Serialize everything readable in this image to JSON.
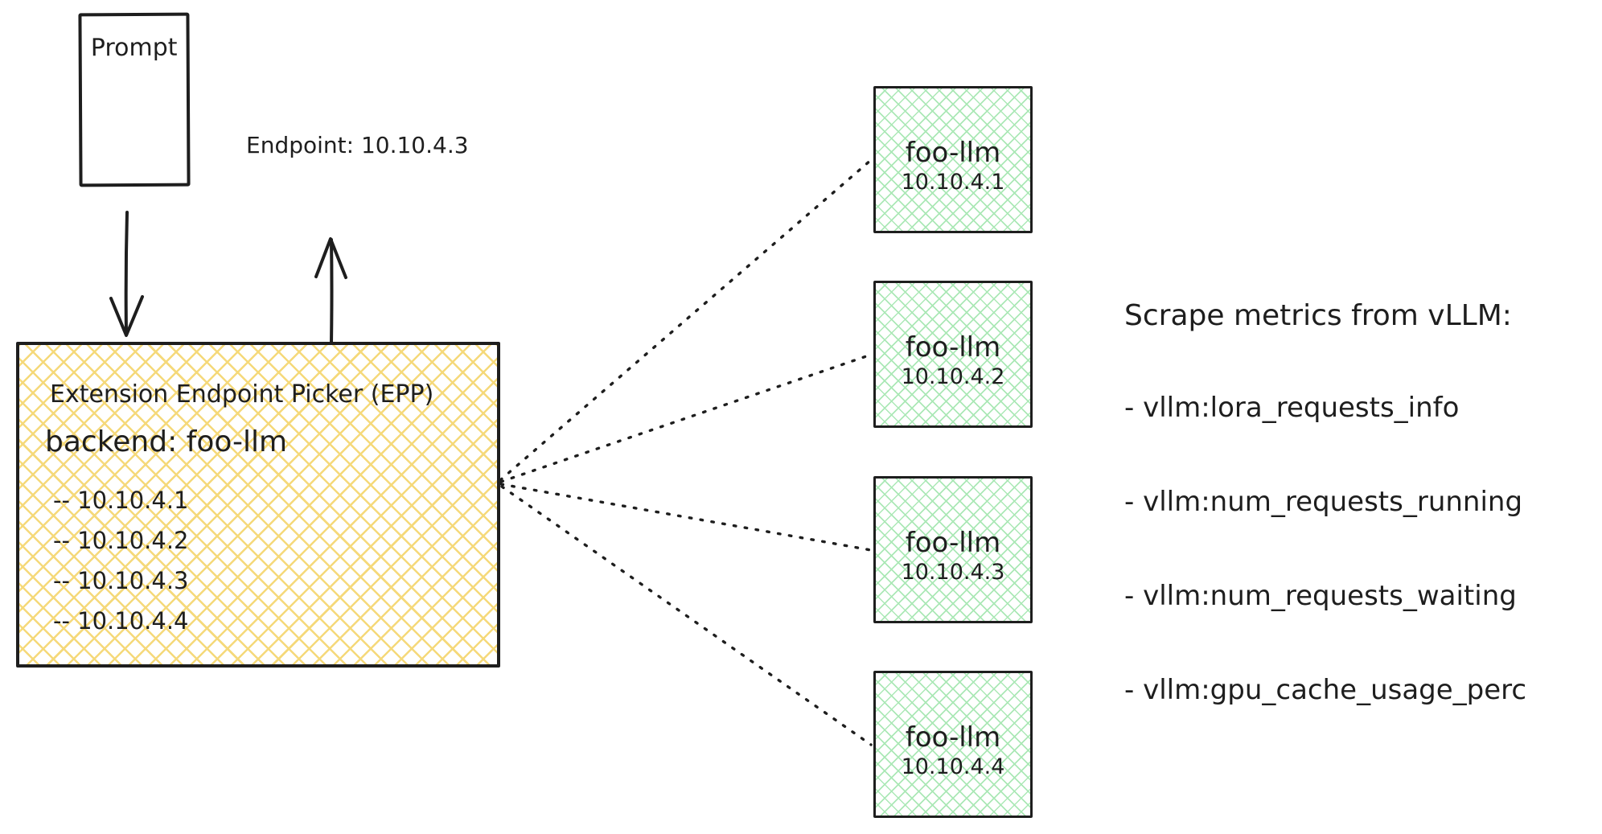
{
  "diagram": {
    "prompt_box": {
      "label": "Prompt"
    },
    "endpoint_label": "Endpoint: 10.10.4.3",
    "epp_box": {
      "title": "Extension Endpoint Picker (EPP)",
      "backend_line": "backend: foo-llm",
      "endpoints": [
        "-- 10.10.4.1",
        "-- 10.10.4.2",
        "-- 10.10.4.3",
        "-- 10.10.4.4"
      ]
    },
    "backends": [
      {
        "name": "foo-llm",
        "ip": "10.10.4.1"
      },
      {
        "name": "foo-llm",
        "ip": "10.10.4.2"
      },
      {
        "name": "foo-llm",
        "ip": "10.10.4.3"
      },
      {
        "name": "foo-llm",
        "ip": "10.10.4.4"
      }
    ],
    "metrics_note": {
      "title": "Scrape metrics from vLLM:",
      "items": [
        "- vllm:lora_requests_info",
        "- vllm:num_requests_running",
        "- vllm:num_requests_waiting",
        "- vllm:gpu_cache_usage_perc"
      ]
    },
    "colors": {
      "stroke": "#1e1e1e",
      "yellow_hatch": "#f5d97a",
      "green_hatch": "#abe8b6",
      "background": "#ffffff"
    }
  }
}
